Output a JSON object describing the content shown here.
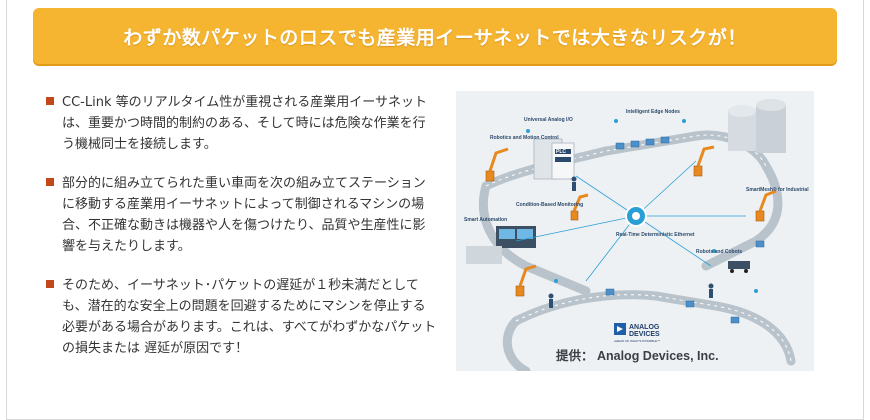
{
  "banner": {
    "title": "わずか数パケットのロスでも産業用イーサネットでは大きなリスクが！"
  },
  "bullets": [
    {
      "text": "CC-Link 等のリアルタイム性が重視される産業用イーサネットは、重要かつ時間的制約のある、そして時には危険な作業を行う機械同士を接続します。"
    },
    {
      "text": "部分的に組み立てられた重い車両を次の組み立てステーションに移動する産業用イーサネットによって制御されるマシンの場合、不正確な動きは機器や人を傷つけたり、品質や生産性に影響を与えたりします。"
    },
    {
      "text": "そのため、イーサネット･パケットの遅延が１秒未満だとしても、潜在的な安全上の問題を回避するためにマシンを停止する必要がある場合があります。これは、すべてがわずかなパケットの損失または 遅延が原因です！"
    }
  ],
  "illustration": {
    "labels": {
      "robotics": "Robotics and Motion Control",
      "universal_io": "Universal Analog I/O",
      "edge_nodes": "Intelligent Edge Nodes",
      "plc": "PLC",
      "smartmesh": "SmartMesh® for Industrial",
      "condition": "Condition-Based Monitoring",
      "smart_automation": "Smart Automation",
      "realtime": "Real-Time Deterministic Ethernet",
      "cobots": "Robots and Cobots"
    },
    "logo_line1": "ANALOG",
    "logo_line2": "DEVICES",
    "logo_tagline": "AHEAD OF WHAT'S POSSIBLE™",
    "caption": "提供： Analog Devices, Inc."
  },
  "colors": {
    "banner": "#f6b530",
    "bullet": "#c4461b",
    "belt": "#b9c3cc",
    "robot": "#e8891f",
    "network": "#2a9fd6"
  }
}
